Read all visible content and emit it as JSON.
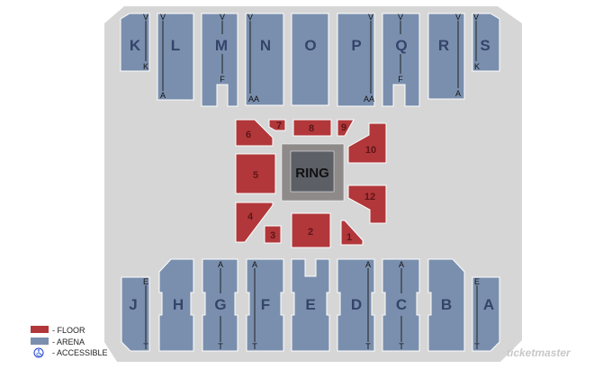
{
  "colors": {
    "floor": "#b1373a",
    "arena": "#7a8fae",
    "background": "#d6d6d6",
    "ring_outer": "#8f8a8a",
    "ring_inner": "#5c5f66",
    "accessible": "#1a3fd0"
  },
  "ring": {
    "label": "RING"
  },
  "upper_sections": [
    {
      "label": "K",
      "rows": [
        "V",
        "K"
      ]
    },
    {
      "label": "L",
      "rows": [
        "V",
        "A"
      ]
    },
    {
      "label": "M",
      "rows": [
        "V",
        "F"
      ]
    },
    {
      "label": "N",
      "rows": [
        "V",
        "AA"
      ]
    },
    {
      "label": "O",
      "rows": []
    },
    {
      "label": "P",
      "rows": [
        "V",
        "AA"
      ]
    },
    {
      "label": "Q",
      "rows": [
        "V",
        "F"
      ]
    },
    {
      "label": "R",
      "rows": [
        "V",
        "A"
      ]
    },
    {
      "label": "S",
      "rows": [
        "V",
        "K"
      ]
    }
  ],
  "lower_sections": [
    {
      "label": "J",
      "rows": [
        "E",
        "T"
      ]
    },
    {
      "label": "H",
      "rows": []
    },
    {
      "label": "G",
      "rows": [
        "A",
        "T"
      ]
    },
    {
      "label": "F",
      "rows": [
        "A",
        "T"
      ]
    },
    {
      "label": "E",
      "rows": []
    },
    {
      "label": "D",
      "rows": [
        "A",
        "T"
      ]
    },
    {
      "label": "C",
      "rows": [
        "A",
        "T"
      ]
    },
    {
      "label": "B",
      "rows": []
    },
    {
      "label": "A",
      "rows": [
        "E",
        "T"
      ]
    }
  ],
  "floor_sections": [
    "1",
    "2",
    "3",
    "4",
    "5",
    "6",
    "7",
    "8",
    "9",
    "10",
    "12"
  ],
  "legend": {
    "floor": "- FLOOR",
    "arena": "- ARENA",
    "accessible": "-  ACCESSIBLE",
    "accessible_icon": "wheelchair-icon"
  },
  "watermark": "ticketmaster"
}
